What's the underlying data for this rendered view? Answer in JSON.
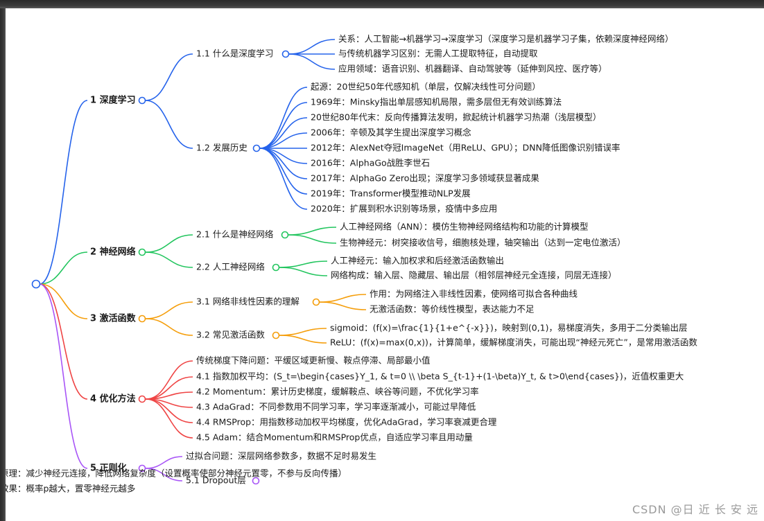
{
  "colors": {
    "blue": "#2563eb",
    "green": "#22c55e",
    "orange": "#f59e0b",
    "red": "#ef4444",
    "purple": "#a855f7"
  },
  "watermark": "CSDN @日 近 长 安 远",
  "branches": [
    {
      "label": "1 深度学习",
      "color": "blue",
      "children": [
        {
          "label": "1.1 什么是深度学习",
          "children": [
            {
              "label": "关系：人工智能→机器学习→深度学习（深度学习是机器学习子集，依赖深度神经网络）"
            },
            {
              "label": "与传统机器学习区别：无需人工提取特征，自动提取"
            },
            {
              "label": "应用领域：语音识别、机器翻译、自动驾驶等（延伸到风控、医疗等）"
            }
          ]
        },
        {
          "label": "1.2 发展历史",
          "children": [
            {
              "label": "起源：20世纪50年代感知机（单层，仅解决线性可分问题）"
            },
            {
              "label": "1969年：Minsky指出单层感知机局限，需多层但无有效训练算法"
            },
            {
              "label": "20世纪80年代末：反向传播算法发明，掀起统计机器学习热潮（浅层模型）"
            },
            {
              "label": "2006年：辛顿及其学生提出深度学习概念"
            },
            {
              "label": "2012年：AlexNet夺冠ImageNet（用ReLU、GPU）；DNN降低图像识别错误率"
            },
            {
              "label": "2016年：AlphaGo战胜李世石"
            },
            {
              "label": "2017年：AlphaGo Zero出现；深度学习多领域获显著成果"
            },
            {
              "label": "2019年：Transformer模型推动NLP发展"
            },
            {
              "label": "2020年：扩展到积水识别等场景，疫情中多应用"
            }
          ]
        }
      ]
    },
    {
      "label": "2 神经网络",
      "color": "green",
      "children": [
        {
          "label": "2.1 什么是神经网络",
          "children": [
            {
              "label": "人工神经网络（ANN）：模仿生物神经网络结构和功能的计算模型"
            },
            {
              "label": "生物神经元：树突接收信号，细胞核处理，轴突输出（达到一定电位激活）"
            }
          ]
        },
        {
          "label": "2.2 人工神经网络",
          "children": [
            {
              "label": "人工神经元：输入加权求和后经激活函数输出"
            },
            {
              "label": "网络构成：输入层、隐藏层、输出层（相邻层神经元全连接，同层无连接）"
            }
          ]
        }
      ]
    },
    {
      "label": "3 激活函数",
      "color": "orange",
      "children": [
        {
          "label": "3.1 网络非线性因素的理解",
          "children": [
            {
              "label": "作用：为网络注入非线性因素，使网络可拟合各种曲线"
            },
            {
              "label": "无激活函数：等价线性模型，表达能力不足"
            }
          ]
        },
        {
          "label": "3.2 常见激活函数",
          "children": [
            {
              "label": "sigmoid：(f(x)=\\frac{1}{1+e^{-x}})，映射到(0,1)，易梯度消失，多用于二分类输出层"
            },
            {
              "label": "ReLU：(f(x)=max(0,x))，计算简单，缓解梯度消失，可能出现“神经元死亡”，是常用激活函数"
            }
          ]
        }
      ]
    },
    {
      "label": "4 优化方法",
      "color": "red",
      "children": [
        {
          "label": "传统梯度下降问题：平缓区域更新慢、鞍点停滞、局部最小值",
          "children": []
        },
        {
          "label": "4.1 指数加权平均：(S_t=\\begin{cases}Y_1, & t=0 \\\\ \\beta S_{t-1}+(1-\\beta)Y_t, & t>0\\end{cases})，近值权重更大",
          "children": []
        },
        {
          "label": "4.2 Momentum：累计历史梯度，缓解鞍点、峡谷等问题，不优化学习率",
          "children": []
        },
        {
          "label": "4.3 AdaGrad：不同参数用不同学习率，学习率逐渐减小，可能过早降低",
          "children": []
        },
        {
          "label": "4.4 RMSProp：用指数移动加权平均梯度，优化AdaGrad，学习率衰减更合理",
          "children": []
        },
        {
          "label": "4.5 Adam：结合Momentum和RMSProp优点，自适应学习率且用动量",
          "children": []
        }
      ]
    },
    {
      "label": "5 正则化",
      "color": "purple",
      "children": [
        {
          "label": "过拟合问题：深层网络参数多，数据不足时易发生",
          "children": []
        },
        {
          "label": "5.1 Dropout层",
          "children": [
            {
              "label": "原理：减少神经元连接，降低网络复杂度（设置概率使部分神经元置零，不参与反向传播）"
            },
            {
              "label": "效果：概率p越大，置零神经元越多"
            }
          ]
        }
      ]
    }
  ]
}
